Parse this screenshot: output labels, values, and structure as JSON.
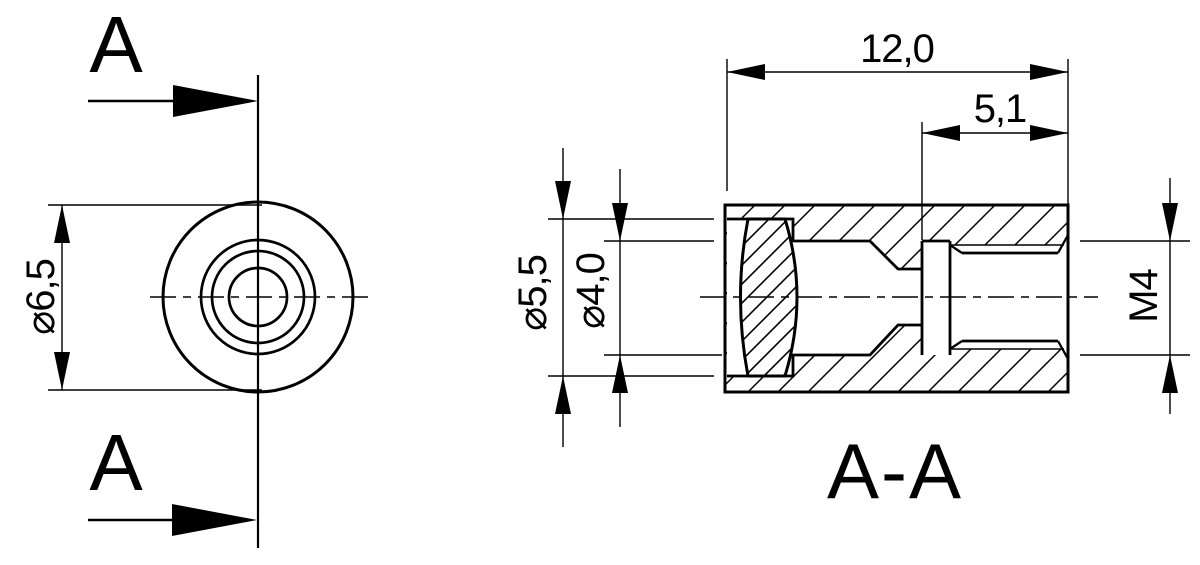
{
  "drawing": {
    "background_color": "#ffffff",
    "line_color": "#000000",
    "front_view": {
      "section_arrow_label_top": "A",
      "section_arrow_label_bottom": "A",
      "outer_diameter_label": "⌀6,5"
    },
    "section_view": {
      "title": "A-A",
      "total_length_label": "12,0",
      "thread_depth_label": "5,1",
      "lens_bore_diameter_label": "⌀5,5",
      "inner_bore_diameter_label": "⌀4,0",
      "thread_label": "M4"
    }
  }
}
